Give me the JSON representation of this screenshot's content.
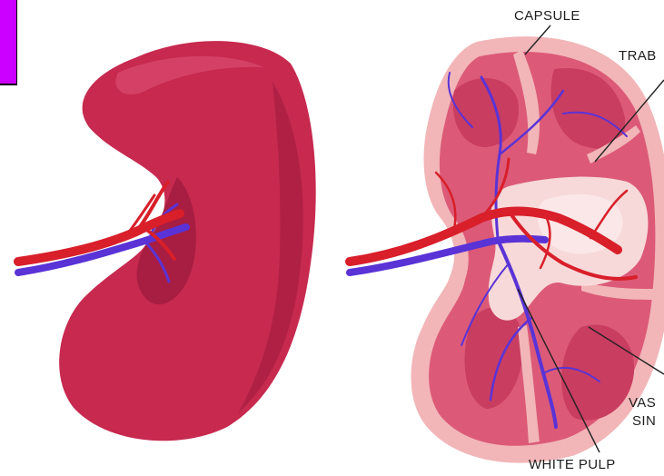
{
  "labels": {
    "capsule": "CAPSULE",
    "trabeculae": "TRAB",
    "vascular_1": "VAS",
    "vascular_2": "SIN",
    "white_pulp": "WHITE PULP"
  },
  "colors": {
    "accent_swatch": "#cc00ff",
    "spleen_surface": "#c7294f",
    "spleen_shadow": "#a81d42",
    "capsule_fill": "#f2b6b8",
    "red_pulp": "#dc5a78",
    "white_pulp": "#f7d9d9",
    "artery": "#d81f2a",
    "vein": "#5a33d6",
    "leader_line": "#222222"
  }
}
